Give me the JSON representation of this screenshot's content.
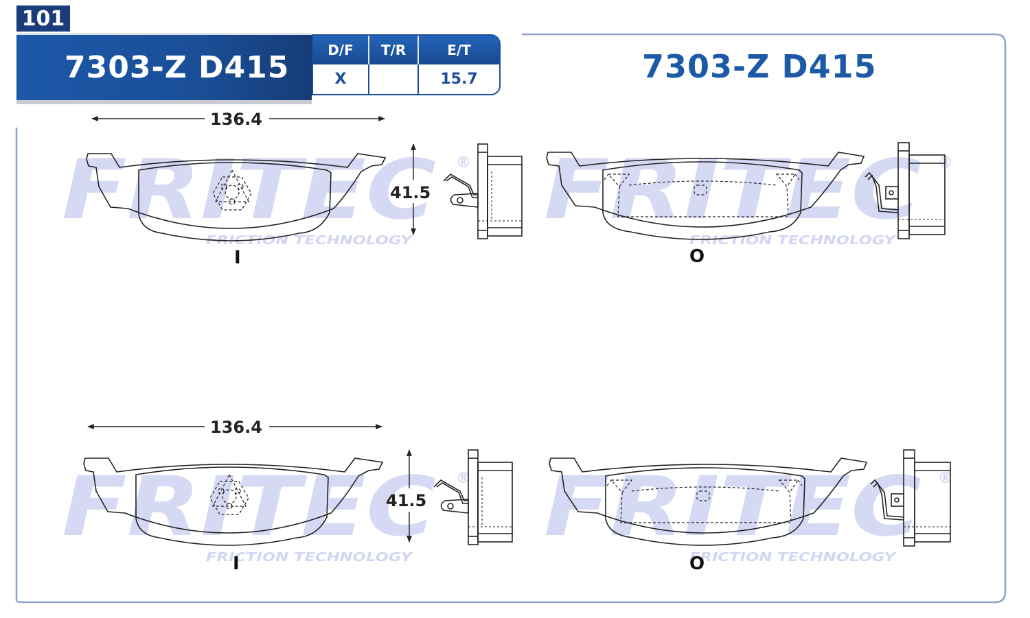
{
  "page_number": "101",
  "header": {
    "title": "7303-Z D415"
  },
  "spec_table": {
    "headers": [
      "D/F",
      "T/R",
      "E/T"
    ],
    "values": [
      "X",
      "",
      "15.7"
    ]
  },
  "right_title": "7303-Z D415",
  "watermark": {
    "brand": "FRITEC",
    "registered": "®",
    "subtitle": "FRICTION TECHNOLOGY"
  },
  "pads": [
    {
      "width_label": "136.4",
      "height_label": "41.5",
      "inner_label": "I",
      "outer_label": "O"
    },
    {
      "width_label": "136.4",
      "height_label": "41.5",
      "inner_label": "I",
      "outer_label": "O"
    }
  ],
  "colors": {
    "brand_blue": "#1c5aa8",
    "dark_blue": "#1b3c7a",
    "watermark": "#c9cdf0"
  }
}
